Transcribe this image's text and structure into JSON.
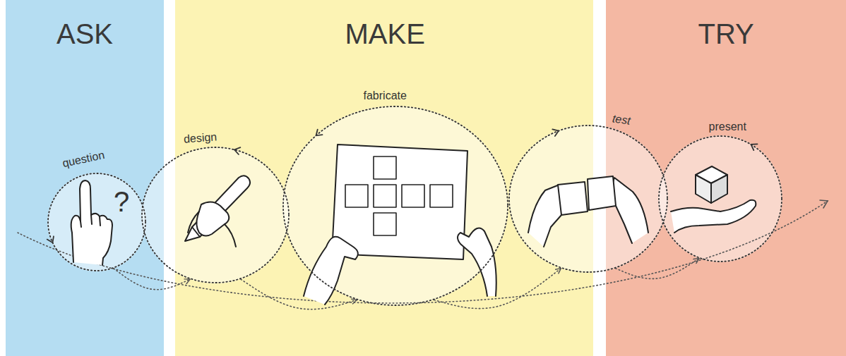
{
  "diagram": {
    "nodes": [
      {
        "text": [
          "ASK"
        ]
      },
      {
        "text": [
          "question",
          "?"
        ],
        "in": 0
      },
      {
        "text": [
          "MAKE"
        ]
      },
      {
        "text": [
          "design"
        ]
      },
      {
        "text": [
          "fabricate"
        ],
        "in": 2
      },
      {
        "text": [
          "TRY"
        ]
      },
      {
        "text": [
          "test"
        ]
      },
      {
        "text": [
          "present"
        ],
        "in": 5
      }
    ],
    "edges": [
      {
        "from": 1,
        "to": 3,
        "arrow": "to"
      },
      {
        "from": 3,
        "to": 4,
        "arrow": "to"
      },
      {
        "from": 4,
        "to": 6,
        "arrow": "to"
      },
      {
        "from": 6,
        "to": 7,
        "arrow": "to"
      }
    ]
  }
}
